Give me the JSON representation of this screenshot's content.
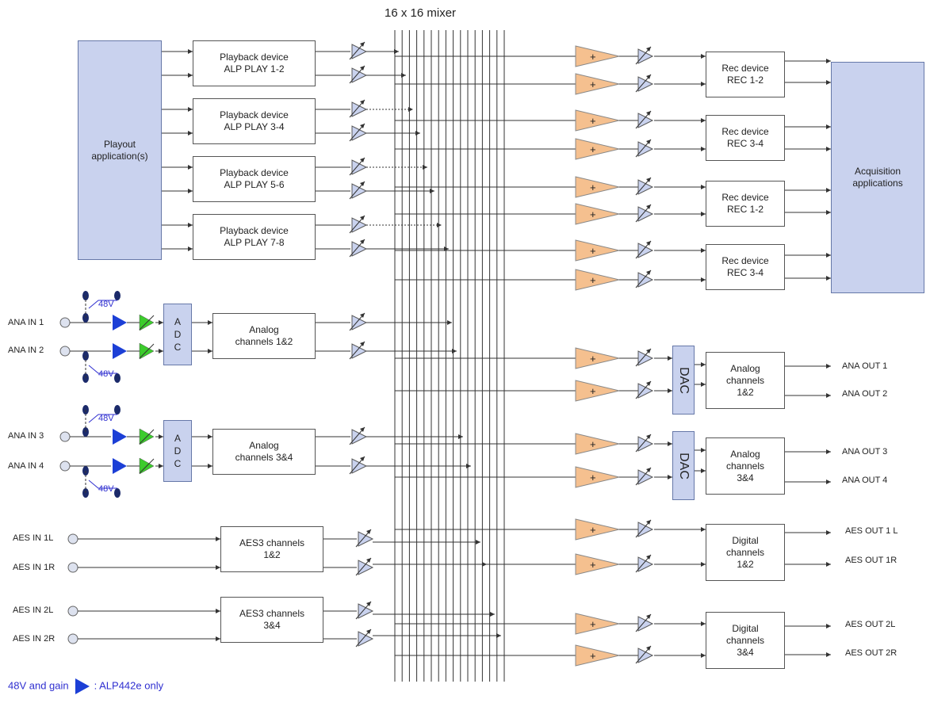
{
  "title": "16 x 16 mixer",
  "playout": {
    "label": "Playout\napplication(s)"
  },
  "acquisition": {
    "label": "Acquisition\napplications"
  },
  "playback_devices": [
    "Playback device\nALP PLAY 1-2",
    "Playback device\nALP PLAY 3-4",
    "Playback device\nALP PLAY 5-6",
    "Playback device\nALP PLAY 7-8"
  ],
  "rec_devices": [
    "Rec device\nREC 1-2",
    "Rec device\nREC 3-4",
    "Rec device\nREC 1-2",
    "Rec device\nREC 3-4"
  ],
  "analog_in_channels": [
    "Analog\nchannels 1&2",
    "Analog\nchannels 3&4"
  ],
  "aes_in_channels": [
    "AES3  channels\n1&2",
    "AES3  channels\n3&4"
  ],
  "analog_out_channels": [
    "Analog\nchannels\n1&2",
    "Analog\nchannels\n3&4"
  ],
  "digital_out_channels": [
    "Digital\nchannels\n1&2",
    "Digital\nchannels\n3&4"
  ],
  "adc_label": "ADC",
  "dac_label": "DAC",
  "phantom_label": "48V",
  "inputs": {
    "ana": [
      "ANA IN 1",
      "ANA IN 2",
      "ANA IN 3",
      "ANA IN 4"
    ],
    "aes": [
      "AES IN 1L",
      "AES IN 1R",
      "AES IN 2L",
      "AES IN 2R"
    ]
  },
  "outputs": {
    "ana": [
      "ANA OUT 1",
      "ANA OUT 2",
      "ANA OUT 3",
      "ANA OUT 4"
    ],
    "aes": [
      "AES OUT 1 L",
      "AES OUT  1R",
      "AES OUT 2L",
      "AES OUT 2R"
    ]
  },
  "legend": {
    "prefix": "48V and gain",
    "suffix": ": ALP442e only"
  },
  "colors": {
    "box_fill": "#c9d2ee",
    "amp_fill": "#f5c08f",
    "gain_triangle": "#1c3fd6",
    "green_triangle": "#3ccc2c",
    "legend_text": "#2f2fd0"
  }
}
